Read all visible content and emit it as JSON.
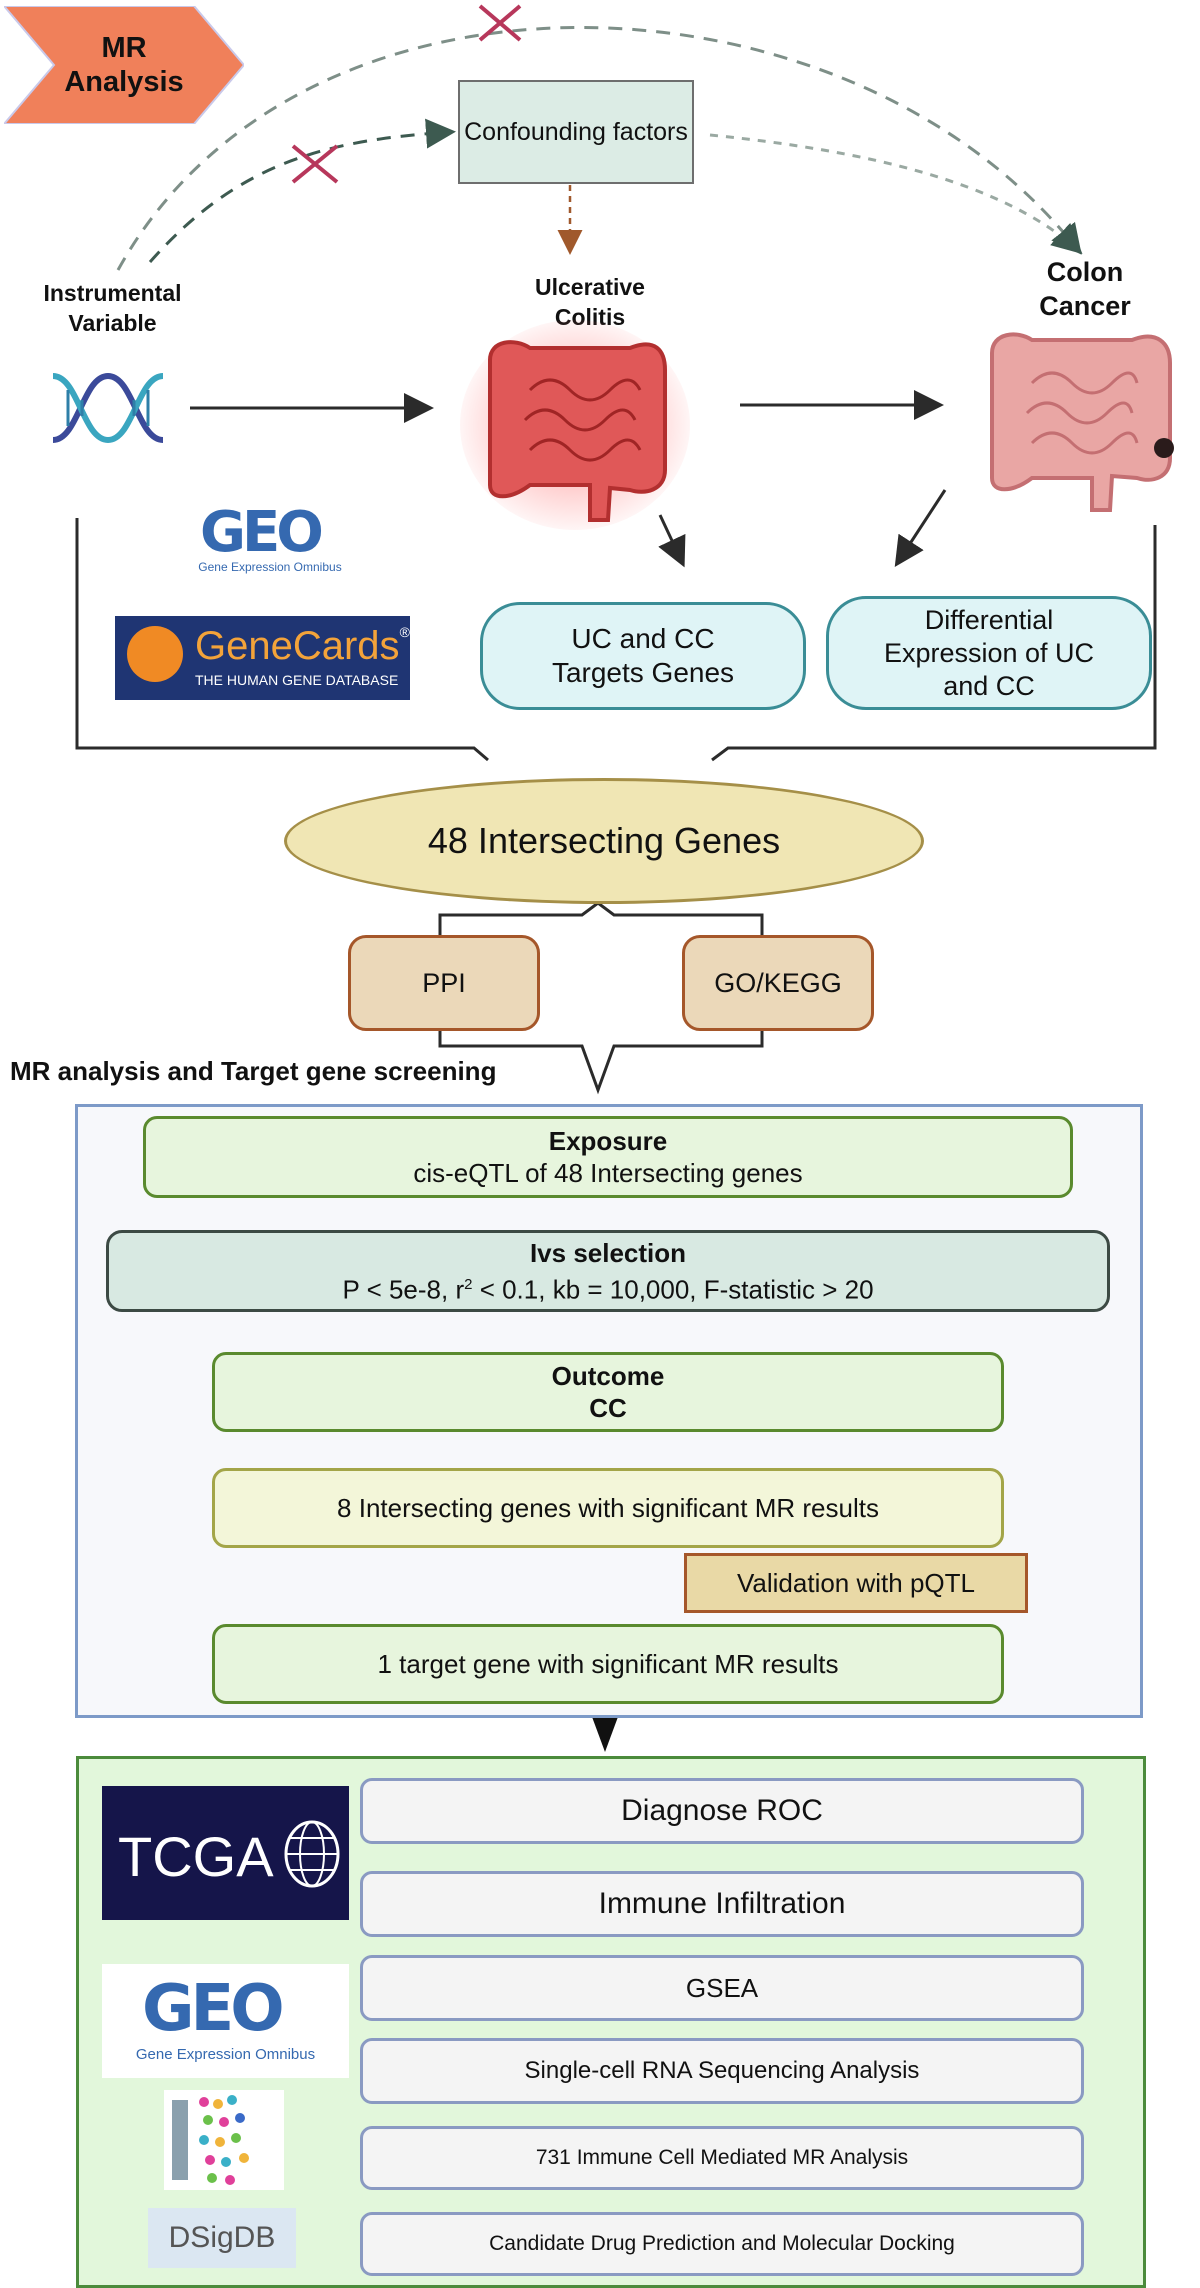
{
  "header": {
    "badge": "MR Analysis"
  },
  "top": {
    "confounders": "Confounding factors",
    "iv_label": "Instrumental Variable",
    "uc_label": "Ulcerative Colitis",
    "cc_label": "Colon Cancer",
    "uc_cc_targets": "UC and CC Targets Genes",
    "diff_expr": "Differential Expression of UC and CC",
    "geo_logo": "GEO",
    "geo_sub": "Gene Expression Omnibus",
    "genecards_logo": "GeneCards",
    "genecards_reg": "®",
    "genecards_sub": "THE HUMAN GENE DATABASE"
  },
  "intersect": {
    "label": "48 Intersecting Genes",
    "ppi": "PPI",
    "gokegg": "GO/KEGG"
  },
  "section_title": "MR analysis and Target gene screening",
  "workflow": {
    "exposure_title": "Exposure",
    "exposure_sub": "cis-eQTL of 48 Intersecting genes",
    "ivs_title": "Ivs selection",
    "ivs_sub_p": "P < 5e-8, r",
    "ivs_sub_sup": "2",
    "ivs_sub_rest": " < 0.1, kb = 10,000, F-statistic > 20",
    "outcome_title": "Outcome",
    "outcome_sub": "CC",
    "sig8": "8 Intersecting genes with significant MR results",
    "validation": "Validation with pQTL",
    "target1": "1 target gene with significant MR results"
  },
  "analyses": {
    "tcga_logo": "TCGA",
    "geo_logo": "GEO",
    "geo_sub": "Gene Expression Omnibus",
    "dsigdb": "DSigDB",
    "items": [
      "Diagnose ROC",
      "Immune Infiltration",
      "GSEA",
      "Single-cell RNA Sequencing Analysis",
      "731 Immune Cell Mediated MR Analysis",
      "Candidate Drug Prediction and Molecular Docking"
    ]
  },
  "colors": {
    "badge": "#f0805a",
    "tcga_bg": "#15154a",
    "genecards_bg": "#1f3573",
    "geo_blue": "#3569b0",
    "geo_orange": "#f3a33a"
  }
}
